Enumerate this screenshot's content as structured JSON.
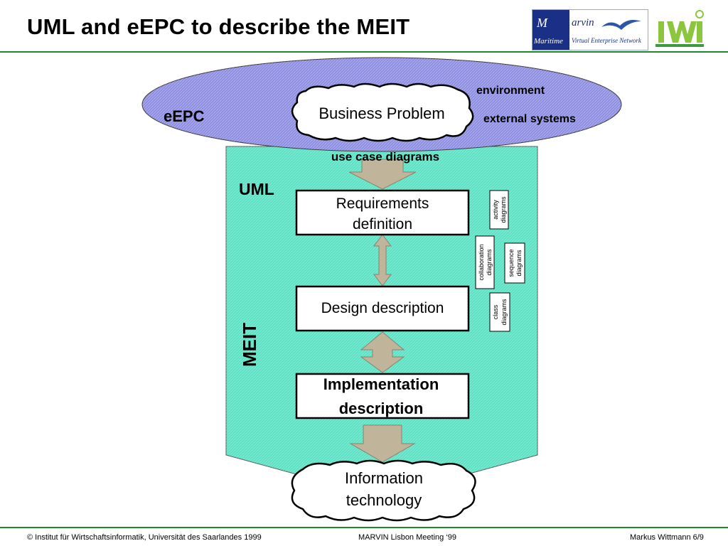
{
  "slide": {
    "title": "UML and eEPC to describe the MEIT"
  },
  "logos": {
    "marvin_big": "M",
    "marvin_name": "arvin",
    "marvin_maritime": "Maritime",
    "marvin_tagline": "Virtual Enterprise Network",
    "iwi": "IWI"
  },
  "diagram": {
    "eepc_label": "eEPC",
    "business_problem": "Business Problem",
    "environment": "environment",
    "external_systems": "external systems",
    "use_case": "use case diagrams",
    "uml_label": "UML",
    "meit_label": "MEIT",
    "requirements_line1": "Requirements",
    "requirements_line2": "definition",
    "design": "Design description",
    "implementation_line1": "Implementation",
    "implementation_line2": "description",
    "it_line1": "Information",
    "it_line2": "technology",
    "activity_line1": "activity",
    "activity_line2": "diagrams",
    "collab_line1": "collaboration",
    "collab_line2": "diagrams",
    "sequence_line1": "sequence",
    "sequence_line2": "diagrams",
    "class_line1": "class",
    "class_line2": "diagrams"
  },
  "footer": {
    "left": "© Institut für Wirtschaftsinformatik, Universität des Saarlandes 1999",
    "center": "MARVIN Lisbon Meeting ‘99",
    "right": "Markus Wittmann  6/9"
  },
  "colors": {
    "accent_green": "#1e8a2e",
    "ellipse_blue": "#8f8fe0",
    "meit_teal": "#5fe0c4",
    "arrow_tan": "#c0b49a"
  }
}
